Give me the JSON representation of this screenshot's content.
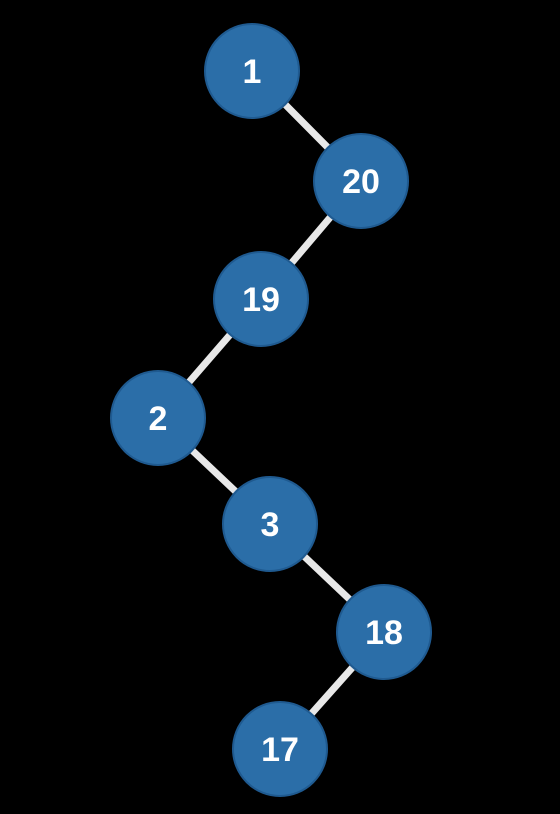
{
  "colors": {
    "background": "#000000",
    "node_fill": "#2b6ea8",
    "node_text": "#ffffff",
    "edge": "#e8e8e8"
  },
  "nodes": [
    {
      "id": "n1",
      "label": "1"
    },
    {
      "id": "n20",
      "label": "20"
    },
    {
      "id": "n19",
      "label": "19"
    },
    {
      "id": "n2",
      "label": "2"
    },
    {
      "id": "n3",
      "label": "3"
    },
    {
      "id": "n18",
      "label": "18"
    },
    {
      "id": "n17",
      "label": "17"
    }
  ],
  "edges": [
    {
      "from": "n1",
      "to": "n20"
    },
    {
      "from": "n20",
      "to": "n19"
    },
    {
      "from": "n19",
      "to": "n2"
    },
    {
      "from": "n2",
      "to": "n3"
    },
    {
      "from": "n3",
      "to": "n18"
    },
    {
      "from": "n18",
      "to": "n17"
    }
  ]
}
